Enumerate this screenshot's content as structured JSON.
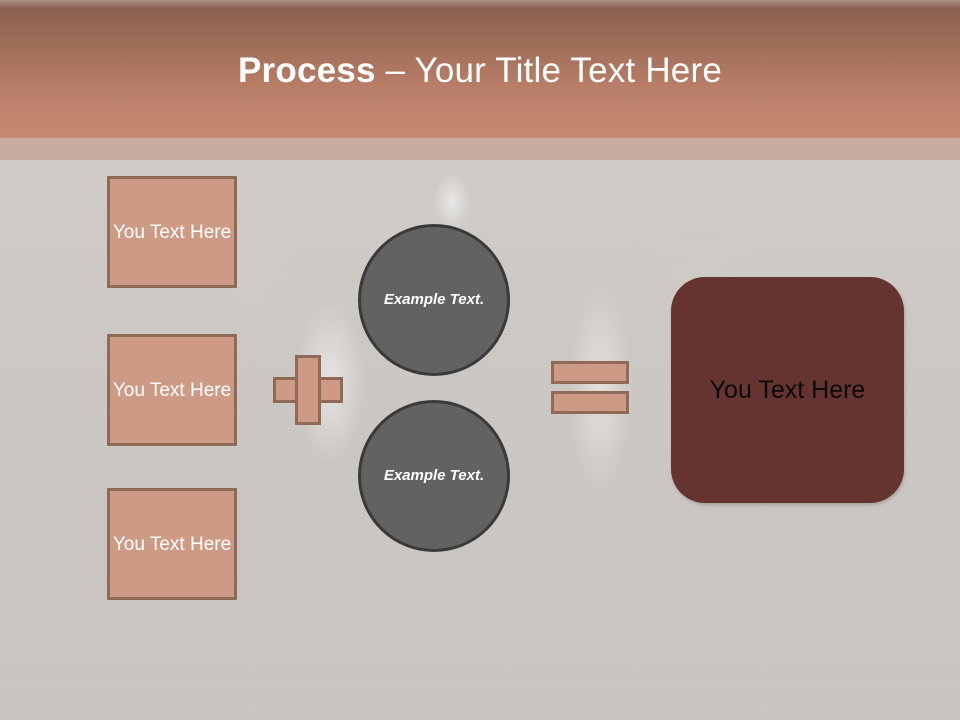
{
  "slide": {
    "title_bold": "Process",
    "title_rest": " – Your Title Text Here",
    "background_color": "#cbc8c5",
    "header_gradient_top": "#8a604e",
    "header_gradient_bottom": "#c78a72",
    "header_underband_color": "#c7aba0",
    "accent_salmon": "#cd9b85",
    "accent_salmon_border": "#8f6a57",
    "circle_fill": "#626262",
    "circle_border": "#3a3a3a",
    "result_fill": "#653430",
    "title_color": "#ffffff"
  },
  "inputs": [
    {
      "label": "You Text Here"
    },
    {
      "label": "You Text Here"
    },
    {
      "label": "You Text Here"
    }
  ],
  "operators": {
    "plus": "+",
    "equals": "="
  },
  "circles": [
    {
      "label": "Example Text."
    },
    {
      "label": "Example Text."
    }
  ],
  "result": {
    "label": "You Text Here"
  }
}
